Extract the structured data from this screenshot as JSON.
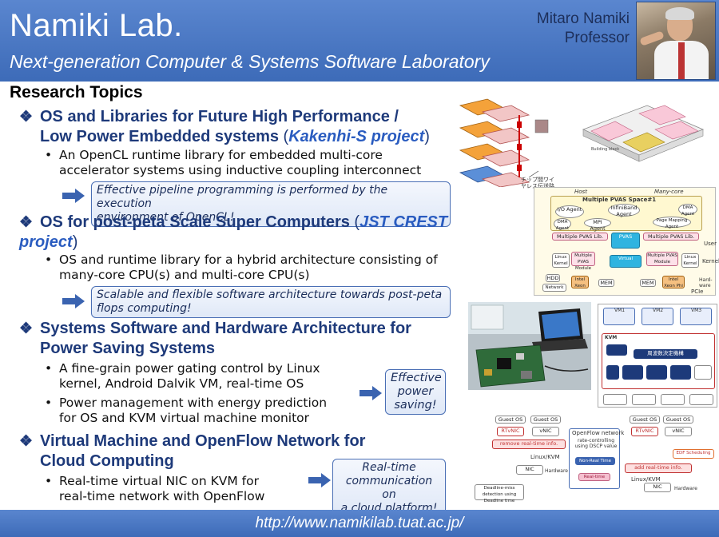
{
  "header": {
    "lab_name": "Namiki Lab.",
    "lab_subtitle": "Next-generation Computer & Systems Software Laboratory",
    "professor_name": "Mitaro Namiki",
    "professor_title": "Professor"
  },
  "topics_title": "Research Topics",
  "sections": [
    {
      "heading_line1": "OS and Libraries for Future High Performance /",
      "heading_line2": "Low Power Embedded systems",
      "project": "Kakenhi-S project",
      "bullets": [
        {
          "line1": "An OpenCL runtime library for embedded multi-core",
          "line2": "accelerator systems using inductive coupling interconnect"
        }
      ],
      "note_line1": "Effective pipeline programming is performed by the execution",
      "note_line2": "environment of OpenCL!"
    },
    {
      "heading_line1": "OS for post-peta Scale Super Computers",
      "project_line1": "JST CREST",
      "project_line2": "project",
      "bullets": [
        {
          "line1": "OS and runtime library for a hybrid architecture consisting of",
          "line2": "many-core CPU(s) and multi-core CPU(s)"
        }
      ],
      "note_line1": "Scalable and flexible software architecture towards post-peta",
      "note_line2": "flops computing!"
    },
    {
      "heading_line1": "Systems Software and Hardware Architecture for",
      "heading_line2": "Power Saving Systems",
      "bullets": [
        {
          "line1": "A fine-grain power gating control by Linux",
          "line2": "kernel, Android Dalvik VM, real-time OS"
        },
        {
          "line1": "Power management with energy prediction",
          "line2": "for OS and KVM virtual machine monitor"
        }
      ],
      "note_line1": "Effective",
      "note_line2": "power",
      "note_line3": "saving!"
    },
    {
      "heading_line1": "Virtual Machine and OpenFlow Network for",
      "heading_line2": "Cloud Computing",
      "bullets": [
        {
          "line1": "Real-time virtual NIC on KVM for",
          "line2": "real-time network with OpenFlow"
        }
      ],
      "note_line1": "Real-time",
      "note_line2": "communication on",
      "note_line3": "a cloud platform!"
    }
  ],
  "bullet_glyph": "•",
  "section_glyph": "❖",
  "footer_url": "http://www.namikilab.tuat.ac.jp/",
  "figures": {
    "fig1_jp_label_1": "チップ間ワイ",
    "fig1_jp_label_2": "ヤレス伝送路",
    "fig2": {
      "host": "Host",
      "many_core": "Many-core",
      "pvas_space": "Multiple PVAS Space#1",
      "io_agent": "I/O Agent",
      "infiniband_agent": "InfiniBand Agent",
      "dma_agent": "DMA Agent",
      "mpi_agent": "MPI Agent",
      "page_mapping_agent": "Page Mapping Agent",
      "pvas_lib": "Multiple PVAS Lib.",
      "pvas_module": "Multiple PVAS Module",
      "linux_kernel": "Linux Kernel",
      "user": "User",
      "kernel": "Kernel",
      "hardware": "Hard-ware",
      "mem": "MEM",
      "intel_xeon": "Intel Xeon",
      "intel_xeon_phi": "Intel Xeon Phi",
      "pcie": "PCIe",
      "hdd": "HDD",
      "network": "Network"
    },
    "fig4": {
      "vm1": "VM1",
      "vm2": "VM2",
      "vm3": "VM3",
      "kvm": "KVM",
      "jp_title": "周波数決定機構"
    },
    "fig5": {
      "guest_os": "Guest OS",
      "rtvnic": "RTvNIC",
      "vnic": "vNIC",
      "remove_rt": "remove real-time info.",
      "add_rt": "add real-time info.",
      "openflow": "OpenFlow network",
      "rate": "rate-controlling using DSCP value",
      "non_rt": "Non-Real Time",
      "rt": "Real-time",
      "linux_kvm": "Linux/KVM",
      "nic": "NIC",
      "hardware": "Hardware",
      "edf": "EDF Scheduling",
      "deadline": "Deadline-miss detection using Deadline time"
    }
  },
  "colors": {
    "header_bg": "#4a78c5",
    "heading_text": "#1e3a7a",
    "project_text": "#2a5cc0",
    "note_border": "#4a6fb5"
  }
}
